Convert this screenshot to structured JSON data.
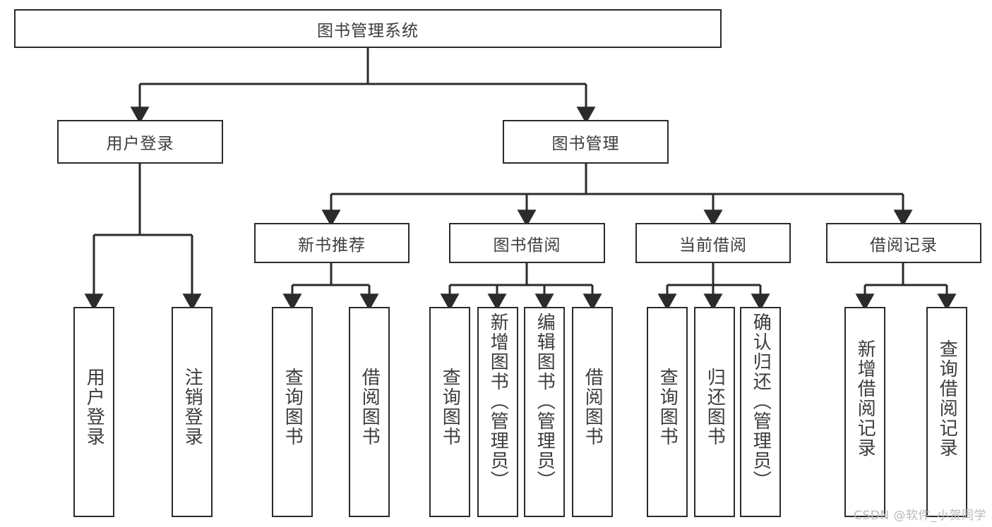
{
  "diagram": {
    "title": "图书管理系统",
    "type": "hierarchy-tree",
    "watermark": "CSDN @软件_小贺同学",
    "colors": {
      "stroke": "#2b2b2b",
      "text": "#3c3c3c",
      "background": "#ffffff",
      "watermark": "#b9b9b9"
    },
    "root": {
      "label": "图书管理系统"
    },
    "level2": [
      {
        "label": "用户登录"
      },
      {
        "label": "图书管理"
      }
    ],
    "level3": [
      {
        "label": "新书推荐"
      },
      {
        "label": "图书借阅"
      },
      {
        "label": "当前借阅"
      },
      {
        "label": "借阅记录"
      }
    ],
    "leaves": {
      "user_login": [
        {
          "label": "用户登录"
        },
        {
          "label": "注销登录"
        }
      ],
      "new_book_recommend": [
        {
          "label": "查询图书"
        },
        {
          "label": "借阅图书"
        }
      ],
      "book_borrow": [
        {
          "label": "查询图书"
        },
        {
          "label": "新增图书（管理员）"
        },
        {
          "label": "编辑图书（管理员）"
        },
        {
          "label": "借阅图书"
        }
      ],
      "current_borrow": [
        {
          "label": "查询图书"
        },
        {
          "label": "归还图书"
        },
        {
          "label": "确认归还（管理员）"
        }
      ],
      "borrow_record": [
        {
          "label": "新增借阅记录"
        },
        {
          "label": "查询借阅记录"
        }
      ]
    }
  }
}
